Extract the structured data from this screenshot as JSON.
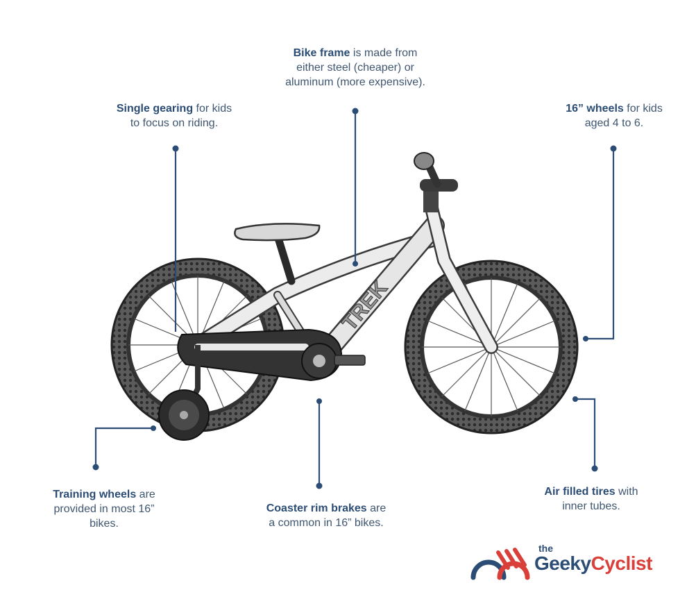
{
  "callouts": {
    "frame": {
      "bold": "Bike frame",
      "rest_1": " is made from",
      "line_2": "either steel (cheaper) or",
      "line_3": "aluminum (more expensive)."
    },
    "gearing": {
      "bold": "Single gearing",
      "rest_1": " for kids",
      "line_2": "to focus on riding."
    },
    "wheels": {
      "bold": "16” wheels",
      "rest_1": " for kids",
      "line_2": "aged 4 to 6."
    },
    "training": {
      "bold": "Training wheels",
      "rest_1": " are",
      "line_2": "provided in most 16”",
      "line_3": "bikes."
    },
    "brakes": {
      "bold": "Coaster rim brakes",
      "rest_1": " are",
      "line_2": "a common in 16” bikes."
    },
    "tires": {
      "bold": "Air filled tires",
      "rest_1": " with",
      "line_2": "inner tubes."
    }
  },
  "bike": {
    "brand_label": "TREK"
  },
  "logo": {
    "the": "the",
    "geeky": "Geeky",
    "cyclist": "Cyclist"
  },
  "colors": {
    "leader": "#2b4c74",
    "text": "#3f5670",
    "logo_blue": "#2b4c74",
    "logo_red": "#d9403a"
  }
}
